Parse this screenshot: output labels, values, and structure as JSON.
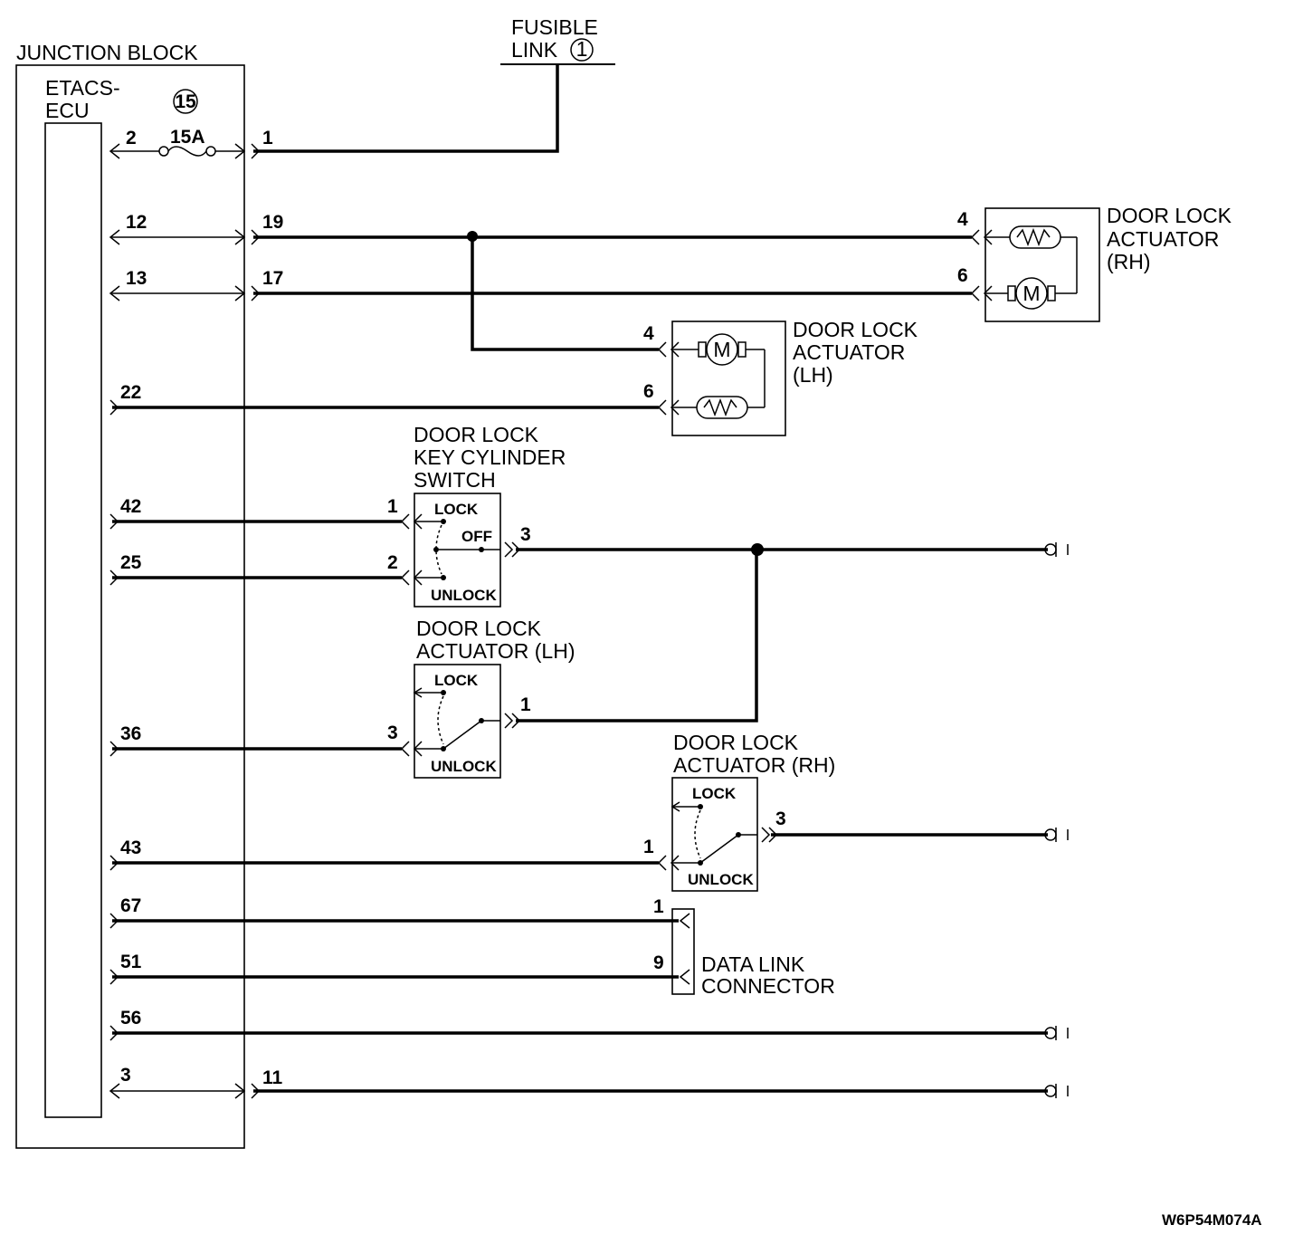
{
  "title_codes": {
    "diagram_code": "W6P54M074A"
  },
  "junction_block": {
    "label": "JUNCTION BLOCK",
    "ecu_line1": "ETACS-",
    "ecu_line2": "ECU",
    "fuse_number": "15",
    "fuse_rating": "15A"
  },
  "fusible_link": {
    "line1": "FUSIBLE",
    "line2": "LINK",
    "number": "1"
  },
  "ecu_pins": [
    "2",
    "12",
    "13",
    "22",
    "42",
    "25",
    "36",
    "43",
    "67",
    "51",
    "56",
    "3"
  ],
  "jb_pins": [
    "1",
    "19",
    "17",
    "11"
  ],
  "door_lock_actuator_rh_top": {
    "line1": "DOOR  LOCK",
    "line2": "ACTUATOR",
    "line3": "(RH)",
    "pin_a": "4",
    "pin_b": "6"
  },
  "door_lock_actuator_lh_top": {
    "line1": "DOOR LOCK",
    "line2": "ACTUATOR",
    "line3": "(LH)",
    "pin_a": "4",
    "pin_b": "6"
  },
  "key_cylinder_switch": {
    "line1": "DOOR LOCK",
    "line2": "KEY CYLINDER",
    "line3": "SWITCH",
    "lock": "LOCK",
    "off": "OFF",
    "unlock": "UNLOCK",
    "pin1": "1",
    "pin2": "2",
    "pin3": "3"
  },
  "actuator_lh_switch": {
    "line1": "DOOR LOCK",
    "line2": "ACTUATOR (LH)",
    "lock": "LOCK",
    "unlock": "UNLOCK",
    "pin1": "1",
    "pin3": "3"
  },
  "actuator_rh_switch": {
    "line1": "DOOR LOCK",
    "line2": "ACTUATOR (RH)",
    "lock": "LOCK",
    "unlock": "UNLOCK",
    "pin1": "1",
    "pin3": "3"
  },
  "data_link_connector": {
    "line1": "DATA LINK",
    "line2": "CONNECTOR",
    "pin1": "1",
    "pin9": "9"
  },
  "motor_symbol": "M"
}
